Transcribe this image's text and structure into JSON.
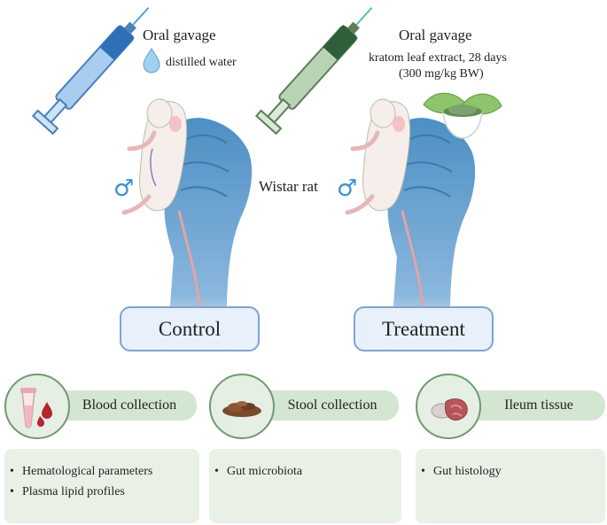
{
  "control": {
    "gavage_title": "Oral gavage",
    "gavage_detail": "distilled water",
    "group_label": "Control",
    "sex_symbol": "♂"
  },
  "treatment": {
    "gavage_title": "Oral gavage",
    "gavage_detail_1": "kratom leaf extract, 28 days",
    "gavage_detail_2": "(300 mg/kg BW)",
    "group_label": "Treatment",
    "sex_symbol": "♂"
  },
  "animal_label": "Wistar rat",
  "collections": [
    {
      "title": "Blood collection",
      "icon": "blood-tube-icon",
      "items": [
        "Hematological parameters",
        "Plasma lipid profiles"
      ]
    },
    {
      "title": "Stool collection",
      "icon": "stool-icon",
      "items": [
        "Gut microbiota"
      ]
    },
    {
      "title": "Ileum tissue",
      "icon": "ileum-icon",
      "items": [
        "Gut histology"
      ]
    }
  ],
  "colors": {
    "glove": "#4d8fc4",
    "label_border": "#7fa3cf",
    "pill": "#d3e6d1",
    "box": "#e9f1e7",
    "sex_symbol": "#3b8fd0"
  }
}
